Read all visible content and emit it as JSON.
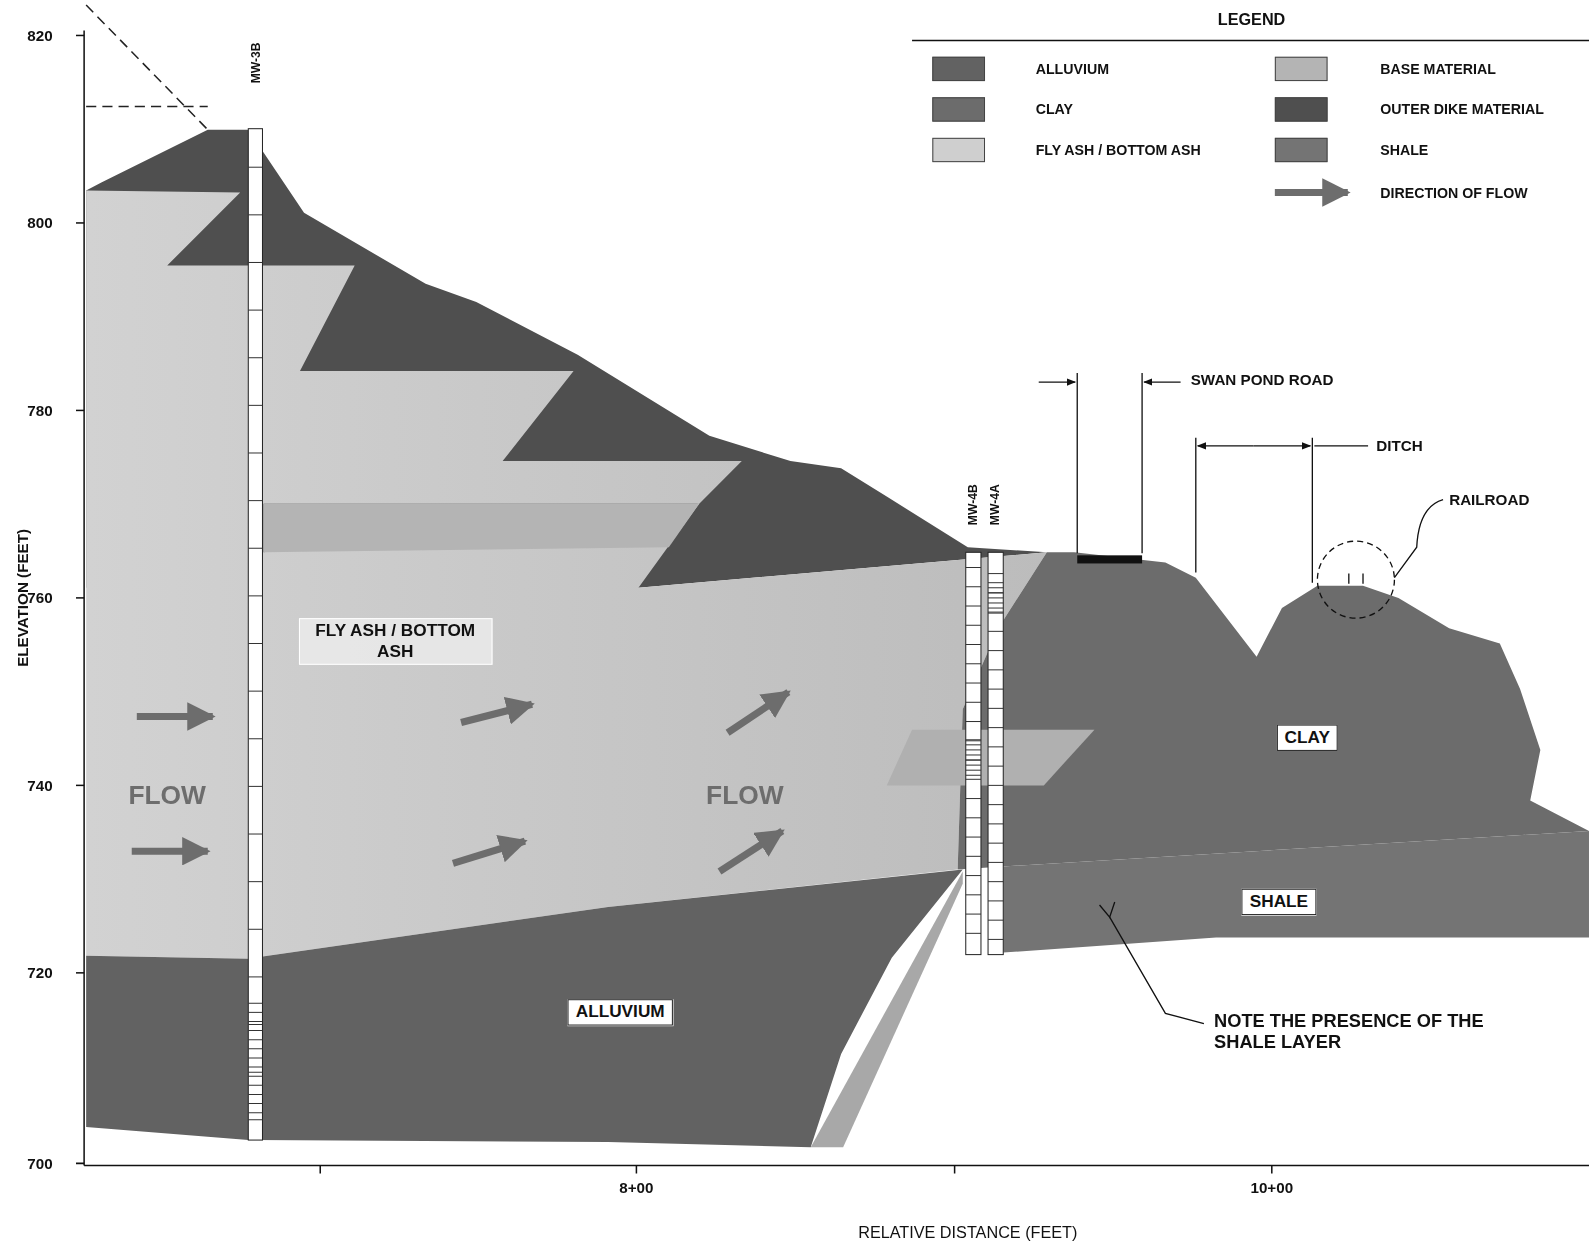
{
  "diagram": {
    "nodes": [
      {
        "text": [
          "FLY ASH / BOTTOM ASH"
        ]
      },
      {
        "text": [
          "CLAY"
        ]
      },
      {
        "text": [
          "SHALE"
        ]
      },
      {
        "text": [
          "ALLUVIUM"
        ]
      }
    ],
    "labels": [
      "820",
      "800",
      "780",
      "760",
      "740",
      "720",
      "700",
      "ELEVATION (FEET)",
      "8+00",
      "10+00",
      "RELATIVE DISTANCE (FEET)",
      "MW-3B",
      "MW-4B",
      "MW-4A",
      "LEGEND",
      "SWAN POND ROAD",
      "DITCH",
      "RAILROAD",
      "FLOW",
      "FLOW",
      "NOTE THE PRESENCE OF THE SHALE LAYER"
    ],
    "legend": [
      {
        "text": "ALLUVIUM",
        "color": "#626262"
      },
      {
        "text": "CLAY",
        "color": "#6c6c6c"
      },
      {
        "text": "FLY ASH / BOTTOM ASH",
        "color": "#cfcfcf"
      },
      {
        "text": "BASE MATERIAL",
        "color": "#b4b4b4"
      },
      {
        "text": "OUTER DIKE MATERIAL",
        "color": "#4f4f4f"
      },
      {
        "text": "SHALE",
        "color": "#747474"
      },
      {
        "text": "DIRECTION OF FLOW"
      }
    ]
  }
}
